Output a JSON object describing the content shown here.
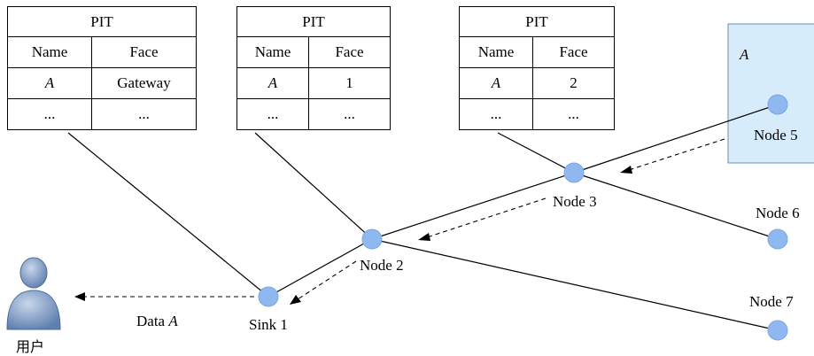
{
  "pit_tables": [
    {
      "title": "PIT",
      "col_name": "Name",
      "col_face": "Face",
      "rows": [
        [
          "A",
          "Gateway"
        ],
        [
          "...",
          "..."
        ]
      ]
    },
    {
      "title": "PIT",
      "col_name": "Name",
      "col_face": "Face",
      "rows": [
        [
          "A",
          "1"
        ],
        [
          "...",
          "..."
        ]
      ]
    },
    {
      "title": "PIT",
      "col_name": "Name",
      "col_face": "Face",
      "rows": [
        [
          "A",
          "2"
        ],
        [
          "...",
          "..."
        ]
      ]
    }
  ],
  "region": {
    "label": "A"
  },
  "nodes": {
    "sink1": "Sink 1",
    "node2": "Node 2",
    "node3": "Node 3",
    "node5": "Node 5",
    "node6": "Node 6",
    "node7": "Node 7"
  },
  "data_label": {
    "prefix": "Data",
    "name": "A"
  },
  "user_label": "用户",
  "colors": {
    "node_fill": "#8fb8f0",
    "region_fill": "#d6ecfa",
    "region_border": "#6a8fb0"
  }
}
